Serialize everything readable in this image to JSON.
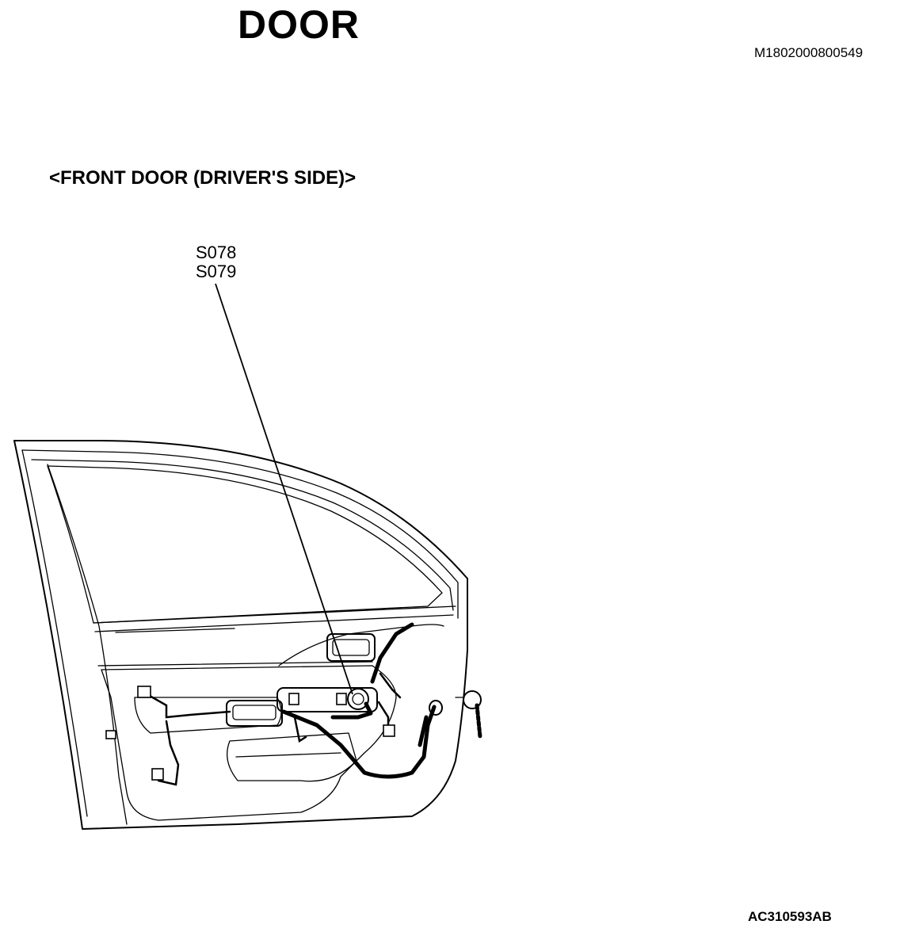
{
  "header": {
    "title": "DOOR",
    "doc_id": "M1802000800549"
  },
  "section": {
    "subtitle": "<FRONT DOOR (DRIVER'S SIDE)>"
  },
  "callouts": [
    {
      "label": "S078"
    },
    {
      "label": "S079"
    }
  ],
  "footer": {
    "figure_id": "AC310593AB"
  }
}
